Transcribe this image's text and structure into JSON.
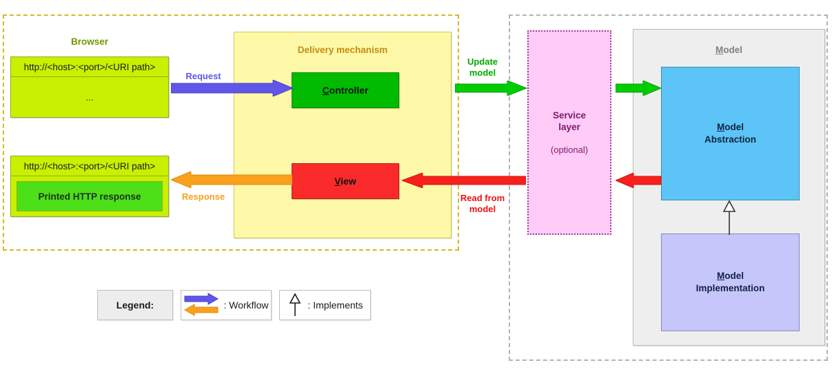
{
  "diagram": {
    "zones": {
      "left": {
        "name": "client-and-delivery-zone"
      },
      "right": {
        "name": "server-model-zone"
      }
    },
    "browser": {
      "title": "Browser",
      "request_window": {
        "url": "http://<host>:<port>/<URI path>",
        "body": "..."
      },
      "response_window": {
        "url": "http://<host>:<port>/<URI path>",
        "body": "Printed HTTP response"
      }
    },
    "delivery": {
      "title": "Delivery mechanism",
      "controller": {
        "mnemonic": "C",
        "rest": "ontroller"
      },
      "view": {
        "mnemonic": "V",
        "rest": "iew"
      }
    },
    "service": {
      "line1": "Service",
      "line2": "layer",
      "optional": "(optional)"
    },
    "model": {
      "title": {
        "mnemonic": "M",
        "rest": "odel"
      },
      "abstraction": {
        "mnemonic": "M",
        "rest": "odel",
        "line2": "Abstraction"
      },
      "implementation": {
        "mnemonic": "M",
        "rest": "odel",
        "line2": "Implementation"
      }
    },
    "arrows": {
      "request": "Request",
      "response": "Response",
      "update_model_line1": "Update",
      "update_model_line2": "model",
      "read_from_model_line1": "Read from",
      "read_from_model_line2": "model"
    },
    "legend": {
      "title": "Legend:",
      "workflow": ": Workflow",
      "implements": ": Implements"
    },
    "colors": {
      "browser_fill": "#c8f000",
      "printed_response_fill": "#4de018",
      "delivery_fill": "#fdf9a8",
      "controller_fill": "#00bb00",
      "view_fill": "#fb2a2a",
      "service_fill": "#ffcbf7",
      "service_border": "#9b3f9b",
      "model_zone_fill": "#eeeeee",
      "model_abstraction_fill": "#5cc4f7",
      "model_implementation_fill": "#c6c6fb",
      "arrow_request": "#6057e8",
      "arrow_response": "#f5a01e",
      "arrow_update": "#00bb00",
      "arrow_read": "#f8201c",
      "zone_left_border": "#d9b820",
      "zone_right_border": "#b3b3b3"
    }
  }
}
